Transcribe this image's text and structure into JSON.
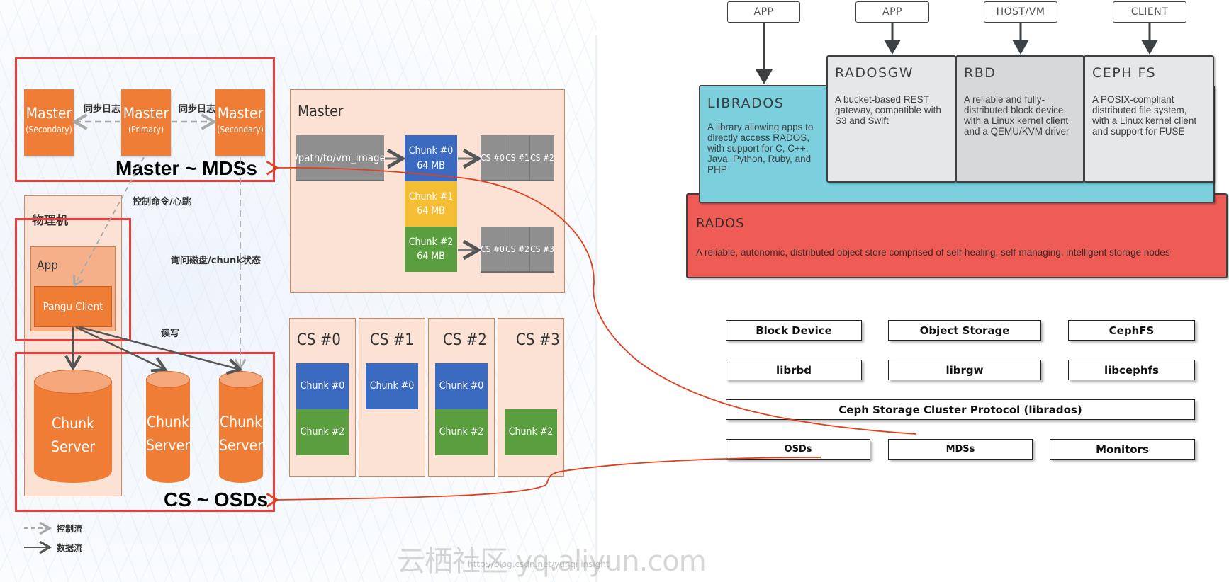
{
  "left": {
    "masters": [
      {
        "title": "Master",
        "role": "(Secondary)"
      },
      {
        "title": "Master",
        "role": "(Primary)"
      },
      {
        "title": "Master",
        "role": "(Secondary)"
      }
    ],
    "sync_log_left": "同步日志",
    "sync_log_right": "同步日志",
    "master_mds_label": "Master ~ MDSs",
    "physical_machine": "物理机",
    "control_heartbeat": "控制命令/心跳",
    "query_disk_status": "询问磁盘/chunk状态",
    "app_label": "App",
    "pangu_client": "Pangu Client",
    "read_write": "读写",
    "chunk_servers": [
      {
        "line1": "Chunk",
        "line2": "Server"
      },
      {
        "line1": "Chunk",
        "line2": "Server"
      },
      {
        "line1": "Chunk",
        "line2": "Server"
      }
    ],
    "cs_osd_label": "CS ~ OSDs",
    "legend": {
      "control_flow": "控制流",
      "data_flow": "数据流"
    },
    "watermark_main": "云栖社区 yq.aliyun.com",
    "watermark_sub": "http://blog.csdn.net/yunqi insight"
  },
  "master_panel": {
    "title": "Master",
    "path": "/path/to/vm_image",
    "chunks": [
      {
        "name": "Chunk #0",
        "size": "64 MB",
        "color": "#3a6bc0"
      },
      {
        "name": "Chunk #1",
        "size": "64 MB",
        "color": "#f5be35"
      },
      {
        "name": "Chunk #2",
        "size": "64 MB",
        "color": "#5a9e3f"
      }
    ],
    "replicas_chunk0": [
      "CS #0",
      "CS #1",
      "CS #2"
    ],
    "replicas_chunk2": [
      "CS #0",
      "CS #2",
      "CS #3"
    ]
  },
  "cs_panel": [
    {
      "title": "CS #0",
      "chunks": [
        "Chunk #0",
        "Chunk #2"
      ]
    },
    {
      "title": "CS #1",
      "chunks": [
        "Chunk #0"
      ]
    },
    {
      "title": "CS #2",
      "chunks": [
        "Chunk #0",
        "Chunk #2"
      ]
    },
    {
      "title": "CS #3",
      "chunks": [
        "Chunk #2"
      ]
    }
  ],
  "ceph_arch": {
    "clients": [
      "APP",
      "APP",
      "HOST/VM",
      "CLIENT"
    ],
    "librados": {
      "title": "LIBRADOS",
      "desc": "A library allowing apps to directly access RADOS, with support for C, C++, Java, Python, Ruby, and PHP",
      "color": "#7ccfdc"
    },
    "radosgw": {
      "title": "RADOSGW",
      "desc": "A bucket-based REST gateway, compatible with S3 and Swift",
      "color": "#e6e7e8"
    },
    "rbd": {
      "title": "RBD",
      "desc": "A reliable and fully-distributed block device, with a Linux kernel client and a QEMU/KVM driver",
      "color": "#d7d8d9"
    },
    "cephfs": {
      "title": "CEPH FS",
      "desc": "A POSIX-compliant distributed file system, with a Linux kernel client and support for FUSE",
      "color": "#e6e7e8"
    },
    "rados": {
      "title": "RADOS",
      "desc": "A reliable, autonomic, distributed object store comprised of self-healing, self-managing, intelligent storage nodes",
      "color": "#ef5b55"
    }
  },
  "ceph_stack": {
    "row1": [
      "Block Device",
      "Object Storage",
      "CephFS"
    ],
    "row2": [
      "librbd",
      "librgw",
      "libcephfs"
    ],
    "protocol": "Ceph Storage Cluster Protocol (librados)",
    "row4": [
      "OSDs",
      "MDSs",
      "Monitors"
    ]
  },
  "colors": {
    "annotation_red": "#e1401f",
    "frame_red": "#ef3b3b",
    "orange": "#ef7d35",
    "peach": "#fbe2d5"
  }
}
